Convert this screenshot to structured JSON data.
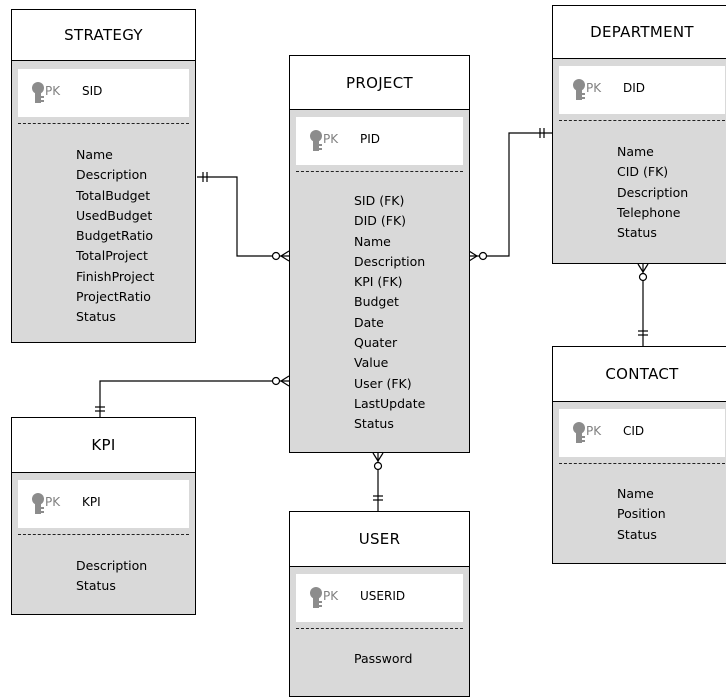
{
  "entities": {
    "strategy": {
      "title": "STRATEGY",
      "pk_label": "PK",
      "pk": "SID",
      "attributes": [
        "Name",
        "Description",
        "TotalBudget",
        "UsedBudget",
        "BudgetRatio",
        "TotalProject",
        "FinishProject",
        "ProjectRatio",
        "Status"
      ]
    },
    "project": {
      "title": "PROJECT",
      "pk_label": "PK",
      "pk": "PID",
      "attributes": [
        "SID (FK)",
        "DID (FK)",
        "Name",
        "Description",
        "KPI (FK)",
        "Budget",
        "Date",
        "Quater",
        "Value",
        "User (FK)",
        "LastUpdate",
        "Status"
      ]
    },
    "department": {
      "title": "DEPARTMENT",
      "pk_label": "PK",
      "pk": "DID",
      "attributes": [
        "Name",
        "CID (FK)",
        "Description",
        "Telephone",
        "Status"
      ]
    },
    "kpi": {
      "title": "KPI",
      "pk_label": "PK",
      "pk": "KPI",
      "attributes": [
        "Description",
        "Status"
      ]
    },
    "user": {
      "title": "USER",
      "pk_label": "PK",
      "pk": "USERID",
      "attributes": [
        "Password"
      ]
    },
    "contact": {
      "title": "CONTACT",
      "pk_label": "PK",
      "pk": "CID",
      "attributes": [
        "Name",
        "Position",
        "Status"
      ]
    }
  },
  "colors": {
    "body_fill": "#d9d9d9",
    "header_fill": "#ffffff",
    "key_icon": "#8c8c8c",
    "pk_text": "#808080",
    "line": "#000000"
  },
  "icons": {
    "primary_key": "key-icon"
  },
  "relationships": [
    {
      "from": "strategy",
      "from_cardinality": "one-and-only-one",
      "to": "project",
      "to_cardinality": "zero-or-many"
    },
    {
      "from": "department",
      "from_cardinality": "one-and-only-one",
      "to": "project",
      "to_cardinality": "zero-or-many"
    },
    {
      "from": "kpi",
      "from_cardinality": "one-and-only-one",
      "to": "project",
      "to_cardinality": "zero-or-many"
    },
    {
      "from": "user",
      "from_cardinality": "one-and-only-one",
      "to": "project",
      "to_cardinality": "zero-or-many"
    },
    {
      "from": "contact",
      "from_cardinality": "one-and-only-one",
      "to": "department",
      "to_cardinality": "zero-or-many"
    }
  ]
}
